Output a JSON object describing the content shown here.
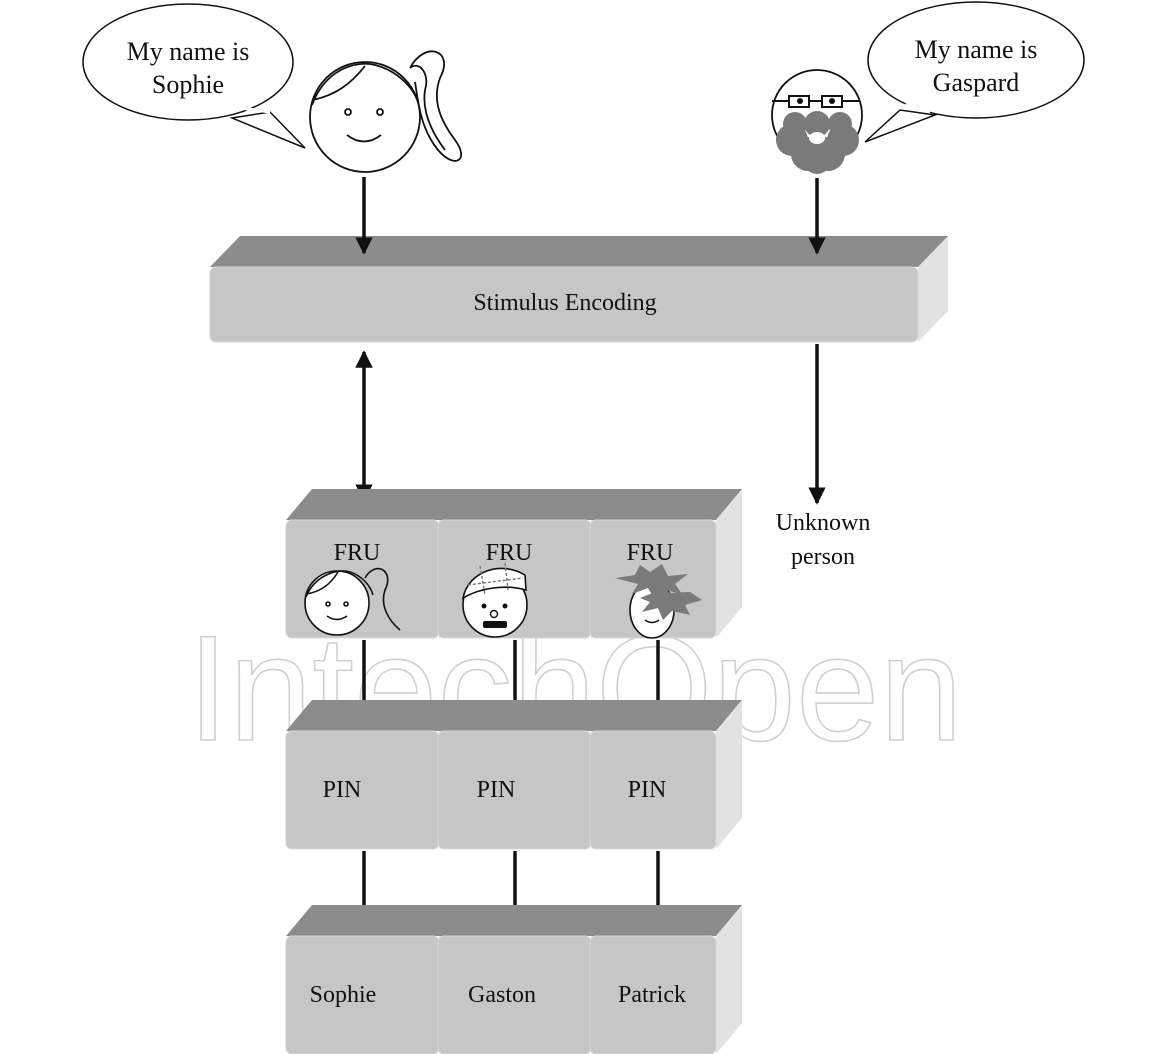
{
  "speech_bubbles": {
    "sophie": {
      "line1": "My name is",
      "line2": "Sophie"
    },
    "gaspard": {
      "line1": "My name is",
      "line2": "Gaspard"
    }
  },
  "encoding_label": "Stimulus Encoding",
  "unknown_label": {
    "line1": "Unknown",
    "line2": "person"
  },
  "columns": [
    {
      "fru": "FRU",
      "pin": "PIN",
      "name": "Sophie"
    },
    {
      "fru": "FRU",
      "pin": "PIN",
      "name": "Gaston"
    },
    {
      "fru": "FRU",
      "pin": "PIN",
      "name": "Patrick"
    }
  ],
  "watermark": "IntechOpen",
  "colors": {
    "box_top": "#8c8c8c",
    "box_side": "#e2e2e2",
    "box_front": "#c6c6c6",
    "arrow": "#111111",
    "beard": "#7a7a7a"
  }
}
